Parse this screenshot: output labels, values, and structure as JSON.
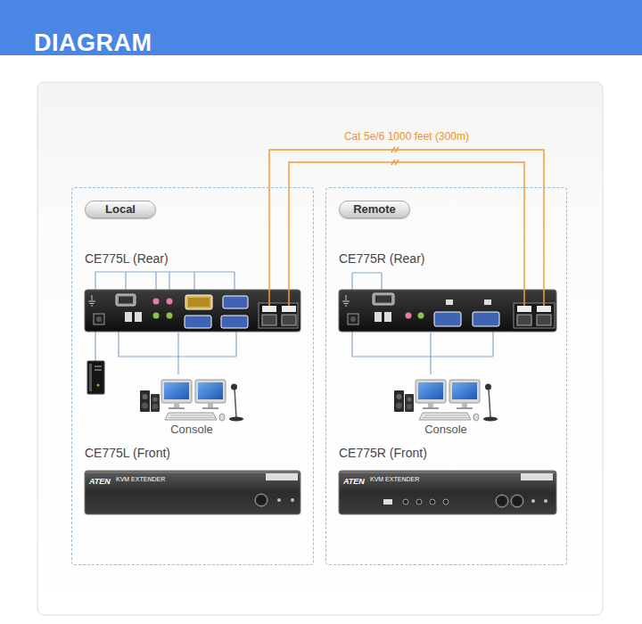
{
  "diagram": {
    "title": "DIAGRAM",
    "nodes": [
      {
        "text": [
          "Local"
        ]
      },
      {
        "text": [
          "CE775L (Rear)"
        ],
        "in": 0
      },
      {
        "text": [
          "Console"
        ],
        "in": 0
      },
      {
        "text": [
          "CE775L (Front)"
        ],
        "in": 0
      },
      {
        "text": [
          "Remote"
        ]
      },
      {
        "text": [
          "CE775R (Rear)"
        ],
        "in": 4
      },
      {
        "text": [
          "Console"
        ],
        "in": 4
      },
      {
        "text": [
          "CE775R (Front)"
        ],
        "in": 4
      }
    ],
    "edges": [
      {
        "from": 1,
        "to": 5,
        "label": "Cat 5e/6 1000 feet (300m)",
        "arrow": "none"
      },
      {
        "from": 2,
        "to": 1,
        "arrow": "none"
      },
      {
        "from": 6,
        "to": 5,
        "arrow": "none"
      }
    ],
    "labels": [
      "ATEN",
      "KVM EXTENDER",
      "ATEN",
      "KVM EXTENDER"
    ]
  }
}
